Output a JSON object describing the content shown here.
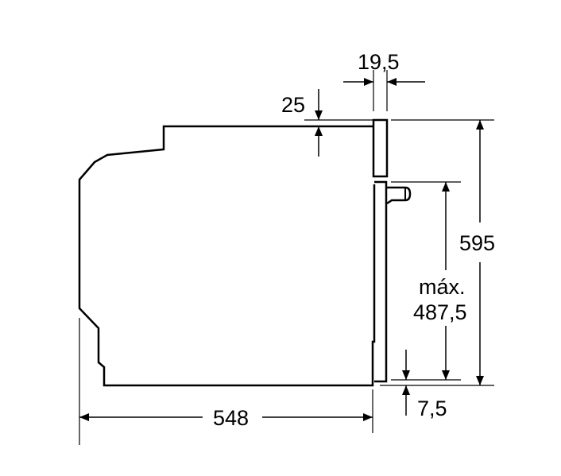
{
  "dimensions": {
    "depth": "548",
    "height": "595",
    "door_thickness": "19,5",
    "top_offset": "25",
    "bottom_offset": "7,5",
    "handle_height_prefix": "máx.",
    "handle_height_value": "487,5"
  }
}
